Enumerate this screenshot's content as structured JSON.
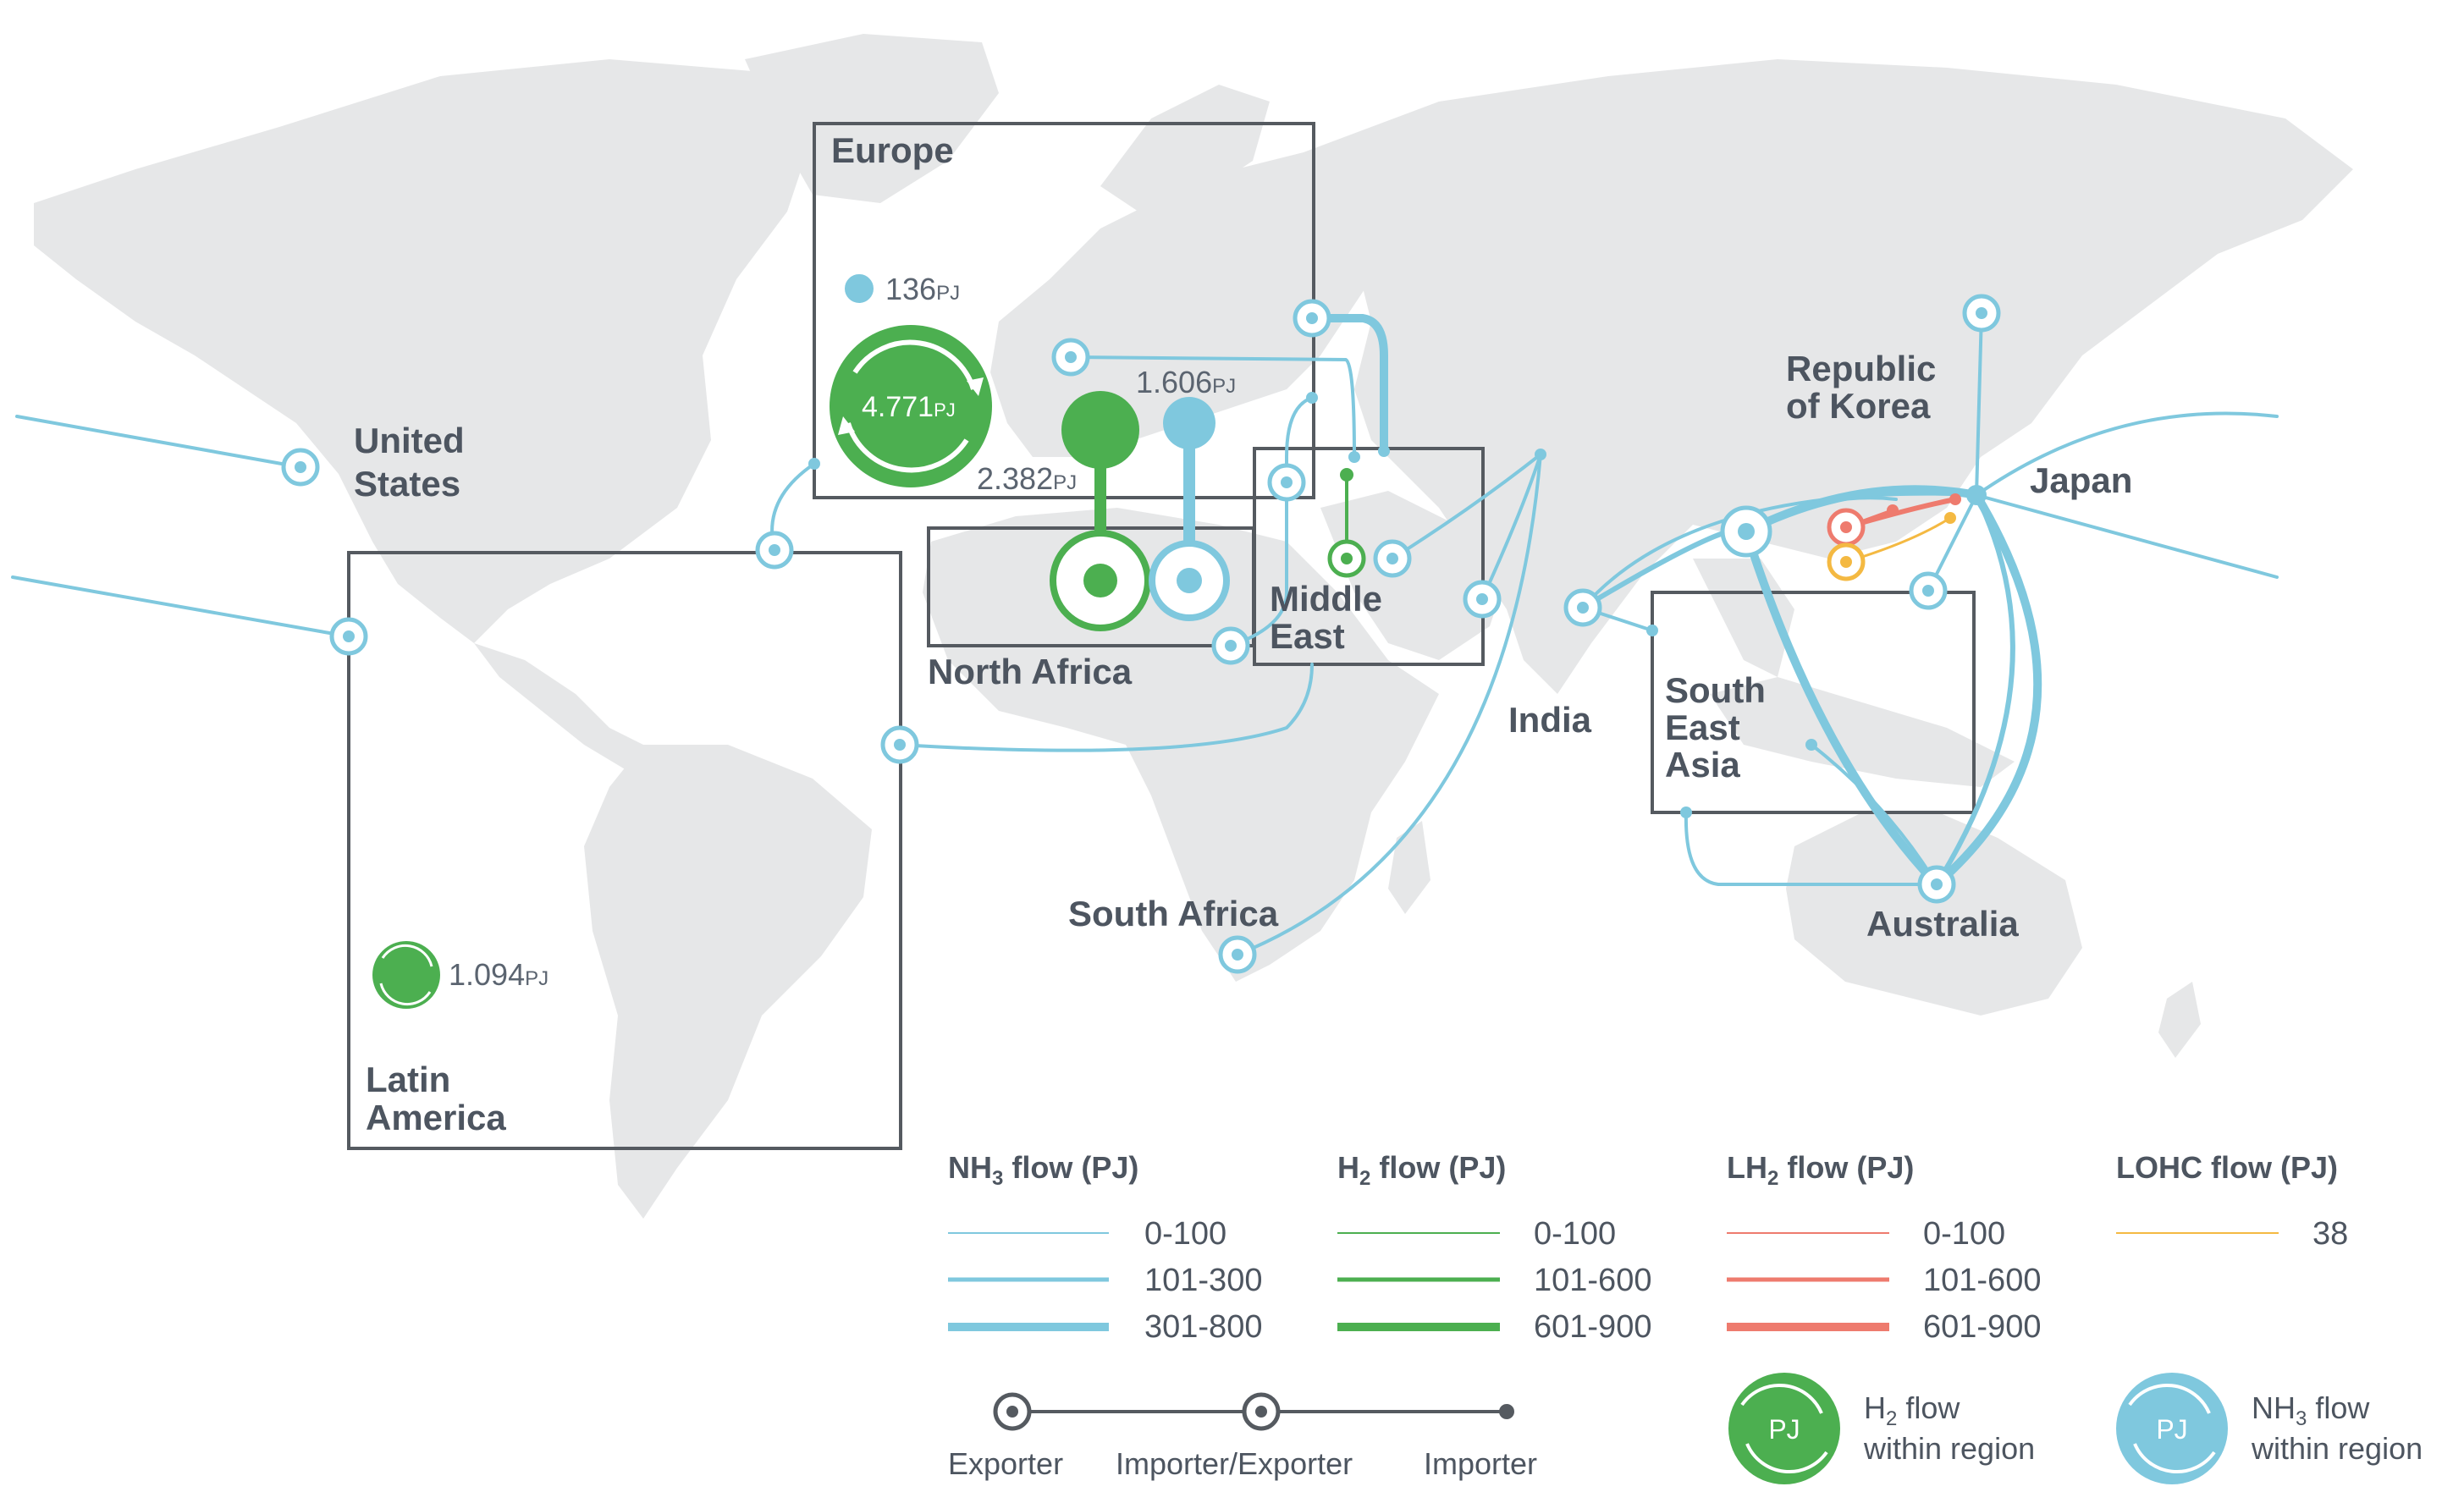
{
  "regions": {
    "europe": "Europe",
    "united_states": [
      "United",
      "States"
    ],
    "latin_america": [
      "Latin",
      "America"
    ],
    "north_africa": "North Africa",
    "middle_east": [
      "Middle",
      "East"
    ],
    "india": "India",
    "south_africa": "South Africa",
    "republic_of_korea": [
      "Republic",
      "of Korea"
    ],
    "japan": "Japan",
    "south_east_asia": [
      "South",
      "East",
      "Asia"
    ],
    "australia": "Australia"
  },
  "values": {
    "europe_nh3_within": {
      "number": "136",
      "unit": "PJ"
    },
    "europe_h2_within": {
      "number": "4.771",
      "unit": "PJ"
    },
    "north_africa_h2": {
      "number": "2.382",
      "unit": "PJ"
    },
    "north_africa_nh3": {
      "number": "1.606",
      "unit": "PJ"
    },
    "latin_america_h2_within": {
      "number": "1.094",
      "unit": "PJ"
    }
  },
  "legend": {
    "nh3": {
      "title_main": "NH",
      "title_sub": "3",
      "title_rest": " flow (PJ)",
      "ranges": [
        "0-100",
        "101-300",
        "301-800"
      ]
    },
    "h2": {
      "title_main": "H",
      "title_sub": "2",
      "title_rest": " flow (PJ)",
      "ranges": [
        "0-100",
        "101-600",
        "601-900"
      ]
    },
    "lh2": {
      "title_main": "LH",
      "title_sub": "2",
      "title_rest": " flow (PJ)",
      "ranges": [
        "0-100",
        "101-600",
        "601-900"
      ]
    },
    "lohc": {
      "title": "LOHC flow (PJ)",
      "ranges": [
        "38"
      ]
    },
    "roles": [
      "Exporter",
      "Importer/Exporter",
      "Importer"
    ],
    "circle_unit": "PJ",
    "h2_within": {
      "line1_main": "H",
      "line1_sub": "2",
      "line1_rest": " flow",
      "line2": "within region"
    },
    "nh3_within": {
      "line1_main": "NH",
      "line1_sub": "3",
      "line1_rest": " flow",
      "line2": "within region"
    }
  },
  "colors": {
    "nh3": "#7fc8de",
    "h2": "#4caf50",
    "lh2": "#ee7b6e",
    "lohc": "#f4b942",
    "land": "#e6e7e8",
    "box": "#555a60"
  }
}
